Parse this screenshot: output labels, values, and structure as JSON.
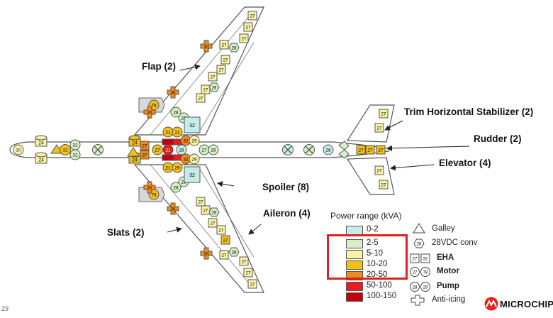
{
  "callouts": {
    "flap": "Flap (2)",
    "trim": "Trim Horizontal Stabilizer (2)",
    "rudder": "Rudder (2)",
    "elevator": "Elevator (4)",
    "spoiler": "Spoiler (8)",
    "aileron": "Aileron (4)",
    "slats": "Slats (2)"
  },
  "legend": {
    "title": "Power range (kVA)",
    "items": [
      {
        "label": "0-2",
        "color": "#c6ecea"
      },
      {
        "label": "2-5",
        "color": "#d4f0c4"
      },
      {
        "label": "5-10",
        "color": "#f9f3a6"
      },
      {
        "label": "10-20",
        "color": "#f2c018"
      },
      {
        "label": "20-50",
        "color": "#ef8c1c"
      },
      {
        "label": "50-100",
        "color": "#e81c1c"
      },
      {
        "label": "100-150",
        "color": "#c00010"
      }
    ]
  },
  "key": {
    "galley": "Galley",
    "conv_icon": "28",
    "conv": "28VDC conv",
    "eha_icon_a": "27",
    "eha_icon_b": "32",
    "eha": "EHA",
    "motor_icon_a": "27",
    "motor_icon_b": "78",
    "motor": "Motor",
    "pump_icon_a": "28",
    "pump_icon_b": "29",
    "pump": "Pump",
    "antiicing": "Anti-icing"
  },
  "loads": {
    "galley_fwd_1": "24",
    "galley_fwd_2": "24",
    "galley_mid_1": "24",
    "galley_mid_2": "24",
    "nose_motor": "30",
    "fwd_pump_1": "32",
    "fwd_pump_2": "32",
    "fwd_pump_3": "32",
    "cabin_eha_1": "27",
    "cabin_eha_2": "27",
    "cabin_32_up": "32",
    "cabin_32_down": "32",
    "center_motor_1": "21",
    "center_motor_2": "21",
    "center_motor_3": "21",
    "center_motor_4": "21",
    "center_pump_1": "28",
    "center_pump_2": "28",
    "center_pump_3": "28",
    "center_pump_4": "32",
    "center_pump_5": "32",
    "center_pump_6": "29",
    "center_pump_7": "29",
    "center_pump_8": "27",
    "center_pump_9": "29",
    "center_pump_10": "29",
    "center_motor_5": "27",
    "center_conv_1": "28",
    "center_conv_2": "28",
    "box_up": "32",
    "box_down": "32",
    "engine_up": "78",
    "engine_down": "78",
    "antiice_1": "30",
    "antiice_2": "30",
    "antiice_3": "30",
    "antiice_4": "30",
    "antiice_5": "30",
    "antiice_6": "30",
    "wing_eha": "27",
    "wing_pump": "29",
    "wing_conv": "28",
    "tail_pump": "28",
    "tail_eha": "27",
    "tail_motor": "27"
  },
  "page_number": "29",
  "logo_text": "MICROCHIP"
}
